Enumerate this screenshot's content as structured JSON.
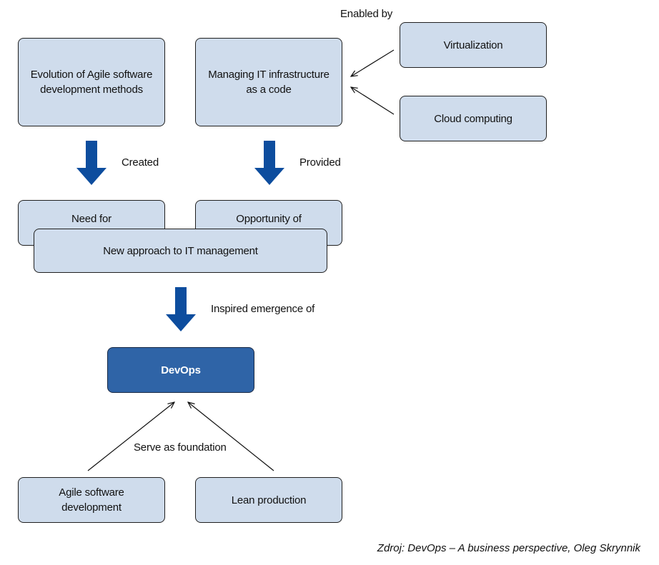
{
  "nodes": {
    "agile_evolution": "Evolution of Agile software\ndevelopment methods",
    "iac": "Managing IT infrastructure\nas a code",
    "virtualization": "Virtualization",
    "cloud": "Cloud computing",
    "need_for": "Need for",
    "opportunity_of": "Opportunity of",
    "new_approach": "New approach to IT management",
    "devops": "DevOps",
    "agile_dev": "Agile software\ndevelopment",
    "lean": "Lean production"
  },
  "edges": {
    "enabled_by": "Enabled by",
    "created": "Created",
    "provided": "Provided",
    "inspired": "Inspired emergence of",
    "serve_as_foundation": "Serve as foundation"
  },
  "source": "Zdroj: DevOps – A business perspective, Oleg Skrynnik",
  "colors": {
    "box_fill": "#cfdcec",
    "devops_fill": "#2f64a7",
    "block_arrow": "#0d4d9e"
  }
}
